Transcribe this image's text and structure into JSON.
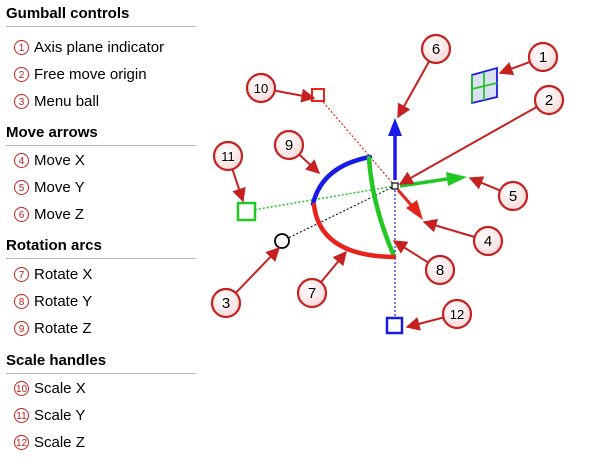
{
  "sections": [
    {
      "title": "Gumball controls",
      "items": [
        {
          "num": "1",
          "label": "Axis plane indicator"
        },
        {
          "num": "2",
          "label": "Free move origin"
        },
        {
          "num": "3",
          "label": "Menu ball"
        }
      ]
    },
    {
      "title": "Move arrows",
      "items": [
        {
          "num": "4",
          "label": "Move X"
        },
        {
          "num": "5",
          "label": "Move Y"
        },
        {
          "num": "6",
          "label": "Move Z"
        }
      ]
    },
    {
      "title": "Rotation arcs",
      "items": [
        {
          "num": "7",
          "label": "Rotate X"
        },
        {
          "num": "8",
          "label": "Rotate Y"
        },
        {
          "num": "9",
          "label": "Rotate Z"
        }
      ]
    },
    {
      "title": "Scale handles",
      "items": [
        {
          "num": "10",
          "label": "Scale X"
        },
        {
          "num": "11",
          "label": "Scale Y"
        },
        {
          "num": "12",
          "label": "Scale Z"
        }
      ]
    }
  ],
  "callouts": [
    "1",
    "2",
    "3",
    "4",
    "5",
    "6",
    "7",
    "8",
    "9",
    "10",
    "11",
    "12"
  ],
  "colors": {
    "x_axis": "#e8231c",
    "y_axis": "#22c822",
    "z_axis": "#1a1ae6",
    "callout": "#c62020",
    "callout_fill": "#fbe6e6"
  }
}
